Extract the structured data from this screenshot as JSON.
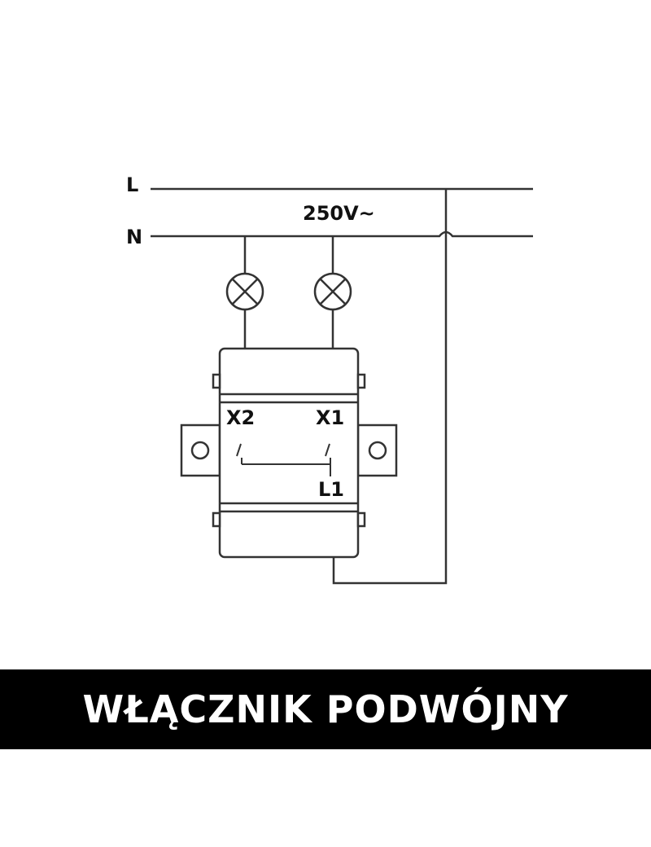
{
  "diagram": {
    "line_label": "L",
    "neutral_label": "N",
    "voltage_label": "250V~",
    "terminal_x2": "X2",
    "terminal_x1": "X1",
    "terminal_l1": "L1"
  },
  "banner": {
    "title": "WŁĄCZNIK PODWÓJNY",
    "background": "#000000",
    "text_color": "#ffffff"
  }
}
